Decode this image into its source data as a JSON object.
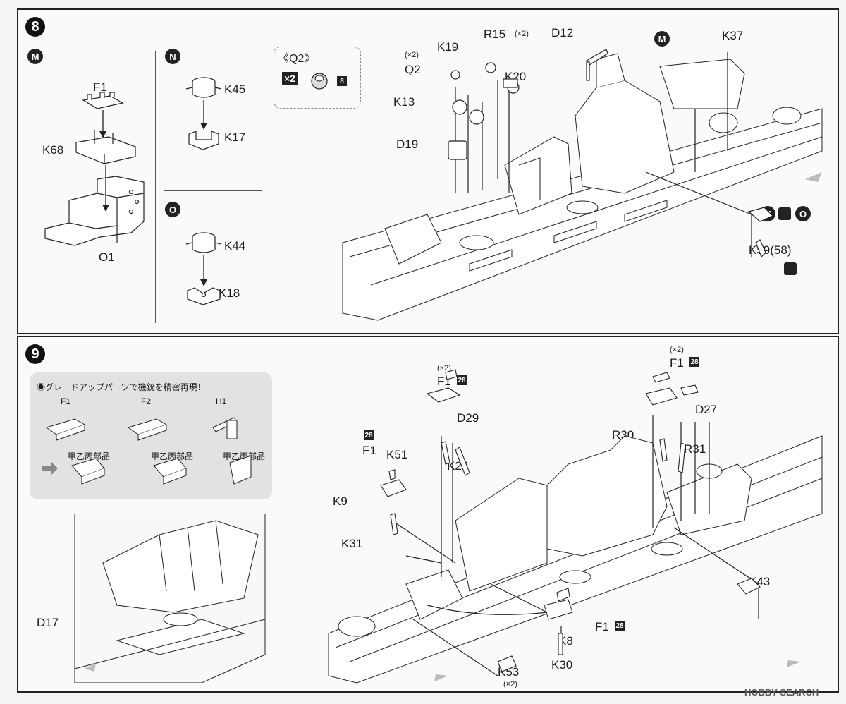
{
  "step8": {
    "number": "8",
    "refM": "M",
    "refN": "N",
    "refO": "O",
    "parts": {
      "F1": "F1",
      "K68": "K68",
      "O1": "O1",
      "K45": "K45",
      "K17": "K17",
      "K44": "K44",
      "K18": "K18",
      "Q2title": "《Q2》",
      "times2": "×2",
      "sq8": "8",
      "Q2": "Q2",
      "Q2x2": "(×2)",
      "K19": "K19",
      "R15": "R15",
      "R15x2": "(×2)",
      "K20": "K20",
      "K13": "K13",
      "D19": "D19",
      "D12": "D12",
      "M2": "M",
      "K37": "K37",
      "N2": "N",
      "O2": "O",
      "K59": "K59(58)"
    }
  },
  "step9": {
    "number": "9",
    "tip": {
      "title": "◉グレードアップパーツで機銃を精密再現！",
      "F1": "F1",
      "F2": "F2",
      "H1": "H1",
      "sub1": "甲乙丙部品",
      "sub2": "甲乙丙部品",
      "sub3": "甲乙丙部品"
    },
    "parts": {
      "D17": "D17",
      "F1a": "F1",
      "x2a": "(×2)",
      "sq28a": "28",
      "D29": "D29",
      "sq28b": "28",
      "F1b": "F1",
      "K51": "K51",
      "K26": "K26",
      "K9": "K9",
      "K31": "K31",
      "F1c": "F1",
      "x2c": "(×2)",
      "sq28c": "28",
      "D27": "D27",
      "R30": "R30",
      "R31": "R31",
      "K43": "K43",
      "F1d": "F1",
      "sq28d": "28",
      "K8": "K8",
      "K30": "K30",
      "K53": "K53",
      "x2k53": "(×2)"
    }
  },
  "watermark": "HOBBY SEARCH"
}
